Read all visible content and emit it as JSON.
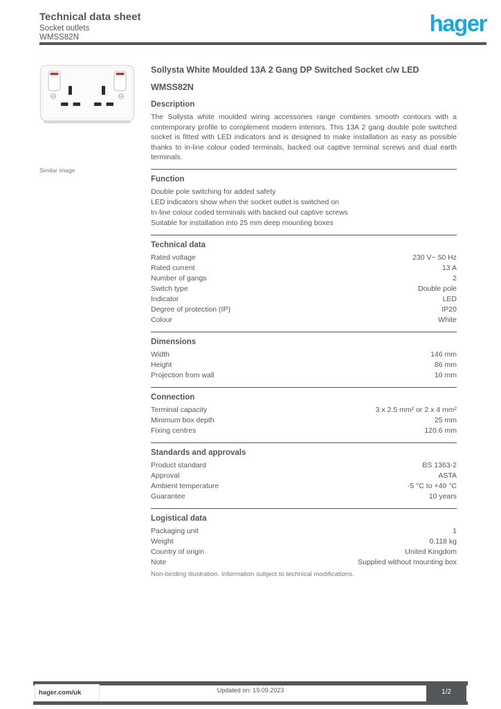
{
  "header": {
    "doc_type": "Technical data sheet",
    "category": "Socket outlets",
    "reference": "WMSS82N",
    "logo_text": "hager"
  },
  "product": {
    "image_caption": "Similar image",
    "title": "Sollysta White Moulded 13A 2 Gang DP Switched Socket c/w LED",
    "reference": "WMSS82N",
    "image_colors": {
      "plate": "#fbfbfb",
      "outline": "#dcdcdc",
      "slot": "#2e2e2e",
      "neon_red": "#c8342e"
    }
  },
  "description": {
    "heading": "Description",
    "text": "The Sollysta white moulded wiring accessories range combines smooth contours with a contemporary profile to complement modern interiors. This 13A 2 gang double pole switched socket is fitted with LED indicators and is designed to make installation as easy as possible thanks to in-line colour coded terminals, backed out captive terminal screws and dual earth terminals."
  },
  "function": {
    "heading": "Function",
    "lines": [
      "Double pole switching for added safety",
      "LED indicators show when the socket outlet is switched on",
      "In-line colour coded terminals with backed out captive screws",
      "Suitable for installation into 25 mm deep mounting boxes"
    ]
  },
  "sections": [
    {
      "heading": "Technical data",
      "rows": [
        {
          "label": "Rated voltage",
          "value": "230 V~ 50 Hz"
        },
        {
          "label": "Rated current",
          "value": "13 A"
        },
        {
          "label": "Number of gangs",
          "value": "2"
        },
        {
          "label": "Switch type",
          "value": "Double pole"
        },
        {
          "label": "Indicator",
          "value": "LED"
        },
        {
          "label": "Degree of protection (IP)",
          "value": "IP20"
        },
        {
          "label": "Colour",
          "value": "White"
        }
      ]
    },
    {
      "heading": "Dimensions",
      "rows": [
        {
          "label": "Width",
          "value": "146 mm"
        },
        {
          "label": "Height",
          "value": "86 mm"
        },
        {
          "label": "Projection from wall",
          "value": "10 mm"
        }
      ]
    },
    {
      "heading": "Connection",
      "rows": [
        {
          "label": "Terminal capacity",
          "value": "3 x 2.5 mm² or 2 x 4 mm²"
        },
        {
          "label": "Minimum box depth",
          "value": "25 mm"
        },
        {
          "label": "Fixing centres",
          "value": "120.6 mm"
        }
      ]
    },
    {
      "heading": "Standards and approvals",
      "rows": [
        {
          "label": "Product standard",
          "value": "BS 1363-2"
        },
        {
          "label": "Approval",
          "value": "ASTA"
        },
        {
          "label": "Ambient temperature",
          "value": "-5 °C to +40 °C"
        },
        {
          "label": "Guarantee",
          "value": "10 years"
        }
      ]
    },
    {
      "heading": "Logistical data",
      "rows": [
        {
          "label": "Packaging unit",
          "value": "1"
        },
        {
          "label": "Weight",
          "value": "0.118 kg"
        },
        {
          "label": "Country of origin",
          "value": "United Kingdom"
        },
        {
          "label": "Note",
          "value": "Supplied without mounting box"
        }
      ],
      "note": "Non-binding illustration. Information subject to technical modifications."
    }
  ],
  "footer": {
    "website": "hager.com/uk",
    "updated": "Updated on: 19.09.2023",
    "page": "1/2"
  }
}
